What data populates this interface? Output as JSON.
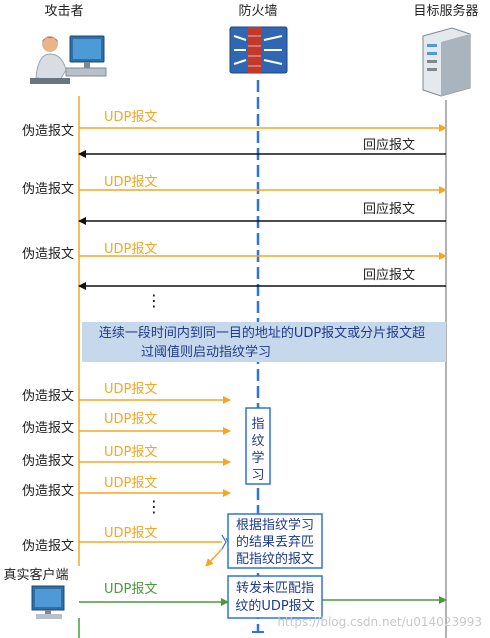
{
  "actors": {
    "attacker": "攻击者",
    "firewall": "防火墙",
    "server": "目标服务器",
    "client": "真实客户端"
  },
  "icons": {
    "attacker": "attacker-computer-icon",
    "firewall": "firewall-icon",
    "server": "server-icon",
    "client": "client-computer-icon"
  },
  "colors": {
    "attack": "#f5a623",
    "response": "#111111",
    "legit": "#4a9a3a",
    "firewall_line": "#2f75d6",
    "note_fill": "#c6d9ec",
    "note_text": "#1f3a8a"
  },
  "phase1": [
    {
      "left_label": "伪造报文",
      "request": "UDP报文",
      "response": "回应报文"
    },
    {
      "left_label": "伪造报文",
      "request": "UDP报文",
      "response": "回应报文"
    },
    {
      "left_label": "伪造报文",
      "request": "UDP报文",
      "response": "回应报文"
    }
  ],
  "ellipsis": "⋮",
  "banner": {
    "line1": "连续一段时间内到同一目的地址的UDP报文或分片报文超",
    "line2": "过阈值则启动指纹学习"
  },
  "phase2": [
    {
      "left_label": "伪造报文",
      "request": "UDP报文"
    },
    {
      "left_label": "伪造报文",
      "request": "UDP报文"
    },
    {
      "left_label": "伪造报文",
      "request": "UDP报文"
    },
    {
      "left_label": "伪造报文",
      "request": "UDP报文"
    }
  ],
  "learning_box": [
    "指",
    "纹",
    "学",
    "习"
  ],
  "phase3": {
    "left_label": "伪造报文",
    "request": "UDP报文"
  },
  "drop_box": [
    "根据指纹学习",
    "的结果丢弃匹",
    "配指纹的报文"
  ],
  "legit": {
    "request": "UDP报文"
  },
  "forward_box": [
    "转发未匹配指",
    "纹的UDP报文"
  ],
  "watermark": "https://blog.csdn.net/u014023993"
}
